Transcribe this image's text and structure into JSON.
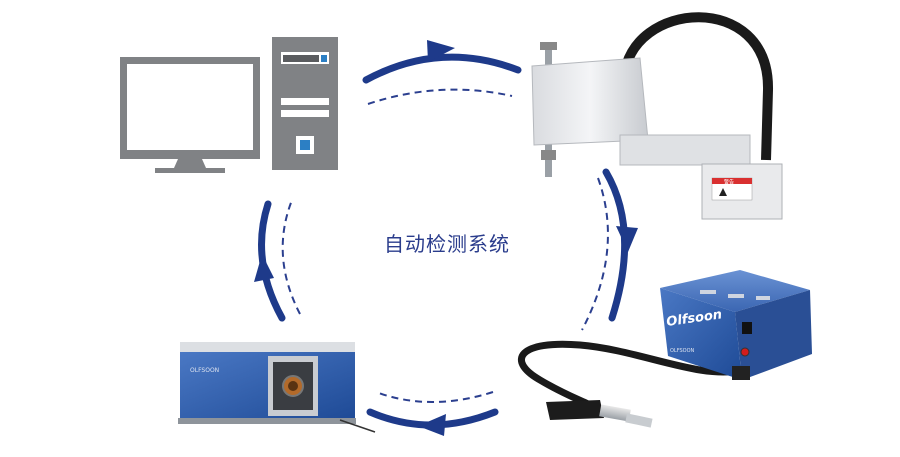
{
  "center_label": "自动检测系统",
  "device_brand": "Olfsoon",
  "device_small_text": "OLFSOON",
  "analyzer_brand": "OLFSOON",
  "warning_label": "警告",
  "colors": {
    "arrow": "#1e3a8a",
    "dash": "#2b3f8f",
    "device_blue": "#2f5aa8",
    "computer_gray": "#808285"
  }
}
